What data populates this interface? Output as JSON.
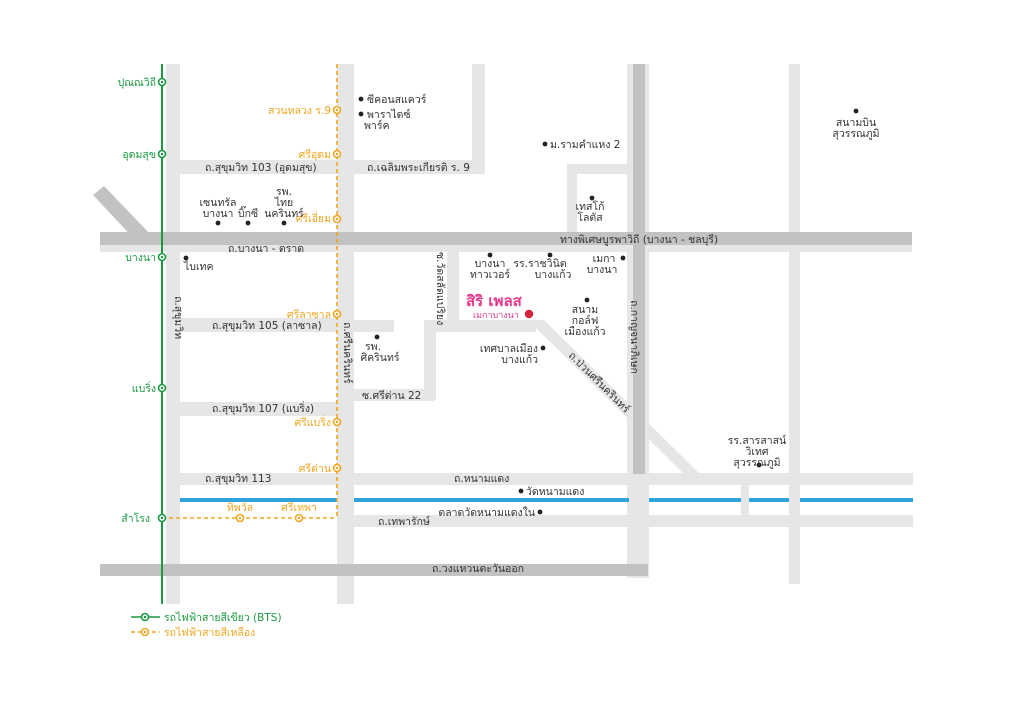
{
  "colors": {
    "background": "#ffffff",
    "minor_road": "#e6e6e6",
    "major_road": "#c2c2c2",
    "bts_green": "#1a9940",
    "yellow_line": "#f2a51f",
    "canal_blue": "#2ea3dc",
    "project_pink": "#e6398c",
    "project_marker": "#d4233a",
    "text": "#333333"
  },
  "project": {
    "name": "สิริ เพลส",
    "subtitle": "เมกาบางนา"
  },
  "bts_green_line": {
    "stations": [
      "ปุณณวิถี",
      "อุดมสุข",
      "บางนา",
      "แบริ่ง",
      "สำโรง"
    ]
  },
  "yellow_line": {
    "stations": [
      "สวนหลวง ร.9",
      "ศรีอุดม",
      "ศรีเอี่ยม",
      "ศรีลาซาล",
      "ศรีแบริ่ง",
      "ศรีด่าน",
      "ศรีเทพา",
      "ทิพวัล"
    ]
  },
  "roads": {
    "soi_103": "ถ.สุขุมวิท 103 (อุดมสุข)",
    "chaloem": "ถ.เฉลิมพระเกียรติ ร. 9",
    "expressway": "ทางพิเศษบูรพาวิถี (บางนา - ชลบุรี)",
    "bangna_trat": "ถ.บางนา - ตราด",
    "sukhumvit": "ถ.สุขุมวิท",
    "soi_105": "ถ.สุขุมวิท 105 (ลาซาล)",
    "srinakarin": "ถ.ศรีนครินทร์",
    "wat_salud": "ซ.วัดสลัดแปริยง",
    "soi_107": "ถ.สุขุมวิท 107 (แบริ่ง)",
    "sridan22": "ซ.ศรีด่าน 22",
    "puan_srinakarin": "ถ.ป่วนศรีนครินทร์",
    "kanchana": "ถ.กาญจนาภิเษก",
    "soi_113": "ถ.สุขุมวิท 113",
    "nam_daeng": "ถ.หนามแดง",
    "theparak": "ถ.เทพารักษ์",
    "ring_east": "ถ.วงแหวนตะวันออก"
  },
  "pois": {
    "seacon": "ซีคอนสแควร์",
    "paradise": [
      "พาราไดซ์",
      "พาร์ค"
    ],
    "ramkhamhaeng": "ม.รามคำแหง 2",
    "airport": [
      "สนามบิน",
      "สุวรรณภูมิ"
    ],
    "central": [
      "เซนทรัล",
      "บางนา"
    ],
    "bigc": "บิ๊กซี",
    "thai_nakarin": [
      "รพ.",
      "ไทย",
      "นครินทร์"
    ],
    "tesco": [
      "เทสโก้",
      "โลตัส"
    ],
    "bitec": "ไบเทค",
    "bangna_tower": [
      "บางนา",
      "ทาวเวอร์"
    ],
    "rachavinit": [
      "รร.ราชวินิต",
      "บางแก้ว"
    ],
    "mega": [
      "เมกา",
      "บางนา"
    ],
    "golf": [
      "สนาม",
      "กอล์ฟ",
      "เมืองแก้ว"
    ],
    "sikarin": [
      "รพ.",
      "ศิครินทร์"
    ],
    "municipality": [
      "เทศบาลเมือง",
      "บางแก้ว"
    ],
    "school_suvarnabhumi": [
      "รร.สารสาสน์",
      "วิเทศ",
      "สุวรรณภูมิ"
    ],
    "wat_nam_daeng": "วัดหนามแดง",
    "market_nam_daeng": "ตลาดวัดหนามแดงใน"
  },
  "legend": {
    "bts": "รถไฟฟ้าสายสีเขียว (BTS)",
    "yellow": "รถไฟฟ้าสายสีเหลือง"
  }
}
